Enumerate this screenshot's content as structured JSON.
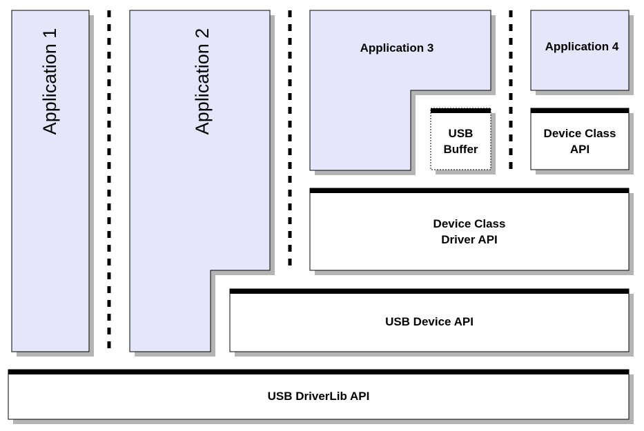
{
  "diagram": {
    "colors": {
      "app_fill": "#e6e6fa",
      "api_fill": "#ffffff",
      "shadow": "#b4b4b4",
      "border": "#000000"
    },
    "applications": {
      "app1": "Application 1",
      "app2": "Application 2",
      "app3": "Application 3",
      "app4": "Application 4"
    },
    "components": {
      "usb_buffer_line1": "USB",
      "usb_buffer_line2": "Buffer",
      "device_class_api_line1": "Device Class",
      "device_class_api_line2": "API",
      "device_class_driver_api_line1": "Device Class",
      "device_class_driver_api_line2": "Driver API",
      "usb_device_api": "USB Device API",
      "usb_driverlib_api": "USB DriverLib API"
    }
  }
}
